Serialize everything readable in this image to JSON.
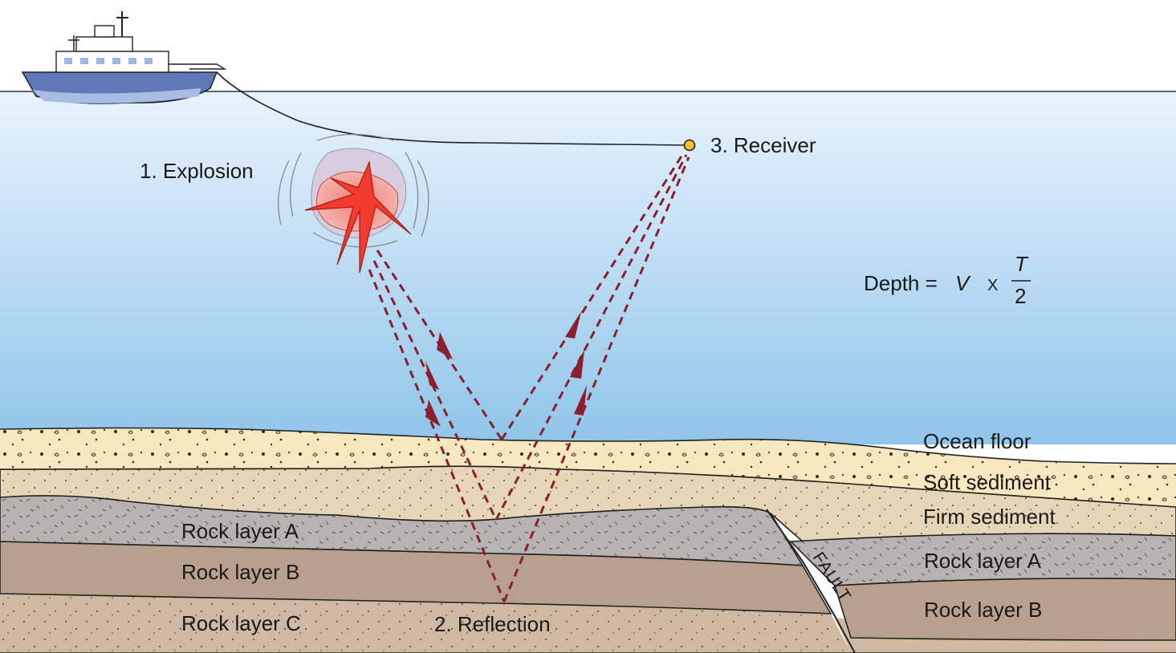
{
  "labels": {
    "explosion": "1. Explosion",
    "receiver": "3. Receiver",
    "reflection": "2. Reflection",
    "fault": "FAULT",
    "ocean_floor": "Ocean floor",
    "soft_sediment": "Soft sediment",
    "firm_sediment": "Firm sediment",
    "rock_a_left": "Rock layer A",
    "rock_b_left": "Rock layer B",
    "rock_c_left": "Rock layer C",
    "rock_a_right": "Rock layer A",
    "rock_b_right": "Rock layer B"
  },
  "equation": {
    "lhs": "Depth =",
    "v": "V",
    "times": "X",
    "numerator": "T",
    "denominator": "2"
  },
  "colors": {
    "ocean_top": "#e8f3fc",
    "ocean_bottom": "#8fc5ea",
    "ocean_floor": "#f7e7bf",
    "soft_sediment": "#e8d6b8",
    "firm_sediment": "#e6d5b6",
    "rock_a": "#b6b3b1",
    "rock_b": "#b9a08c",
    "rock_c": "#cfb9a3",
    "ray": "#8b1f2e",
    "receiver": "#f6c12b",
    "explosion": "#f23a2f",
    "ship_hull": "#5f78b8"
  },
  "icons": {
    "ship": "research-ship-icon",
    "explosion": "explosion-icon",
    "receiver": "hydrophone-receiver-icon"
  }
}
